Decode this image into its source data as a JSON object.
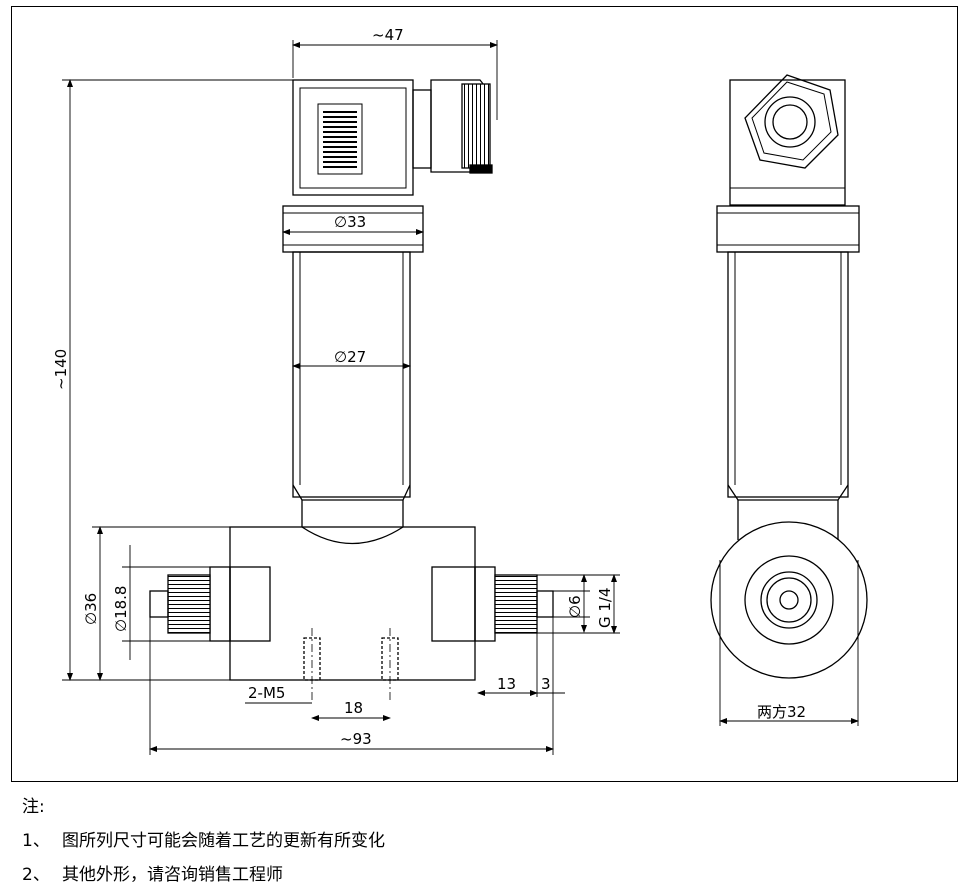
{
  "dimensions": {
    "connector_width": "~47",
    "total_height": "~140",
    "collar_diameter": "∅33",
    "body_diameter": "∅27",
    "block_height": "∅36",
    "port_diameter": "∅18.8",
    "hole_spec": "2-M5",
    "hole_spacing": "18",
    "total_length": "~93",
    "thread_length": "13",
    "nozzle_length": "3",
    "nozzle_diameter": "∅6",
    "thread_spec": "G 1/4",
    "hex_size": "两方32"
  },
  "notes": {
    "heading": "注:",
    "items": [
      {
        "num": "1、",
        "text": "图所列尺寸可能会随着工艺的更新有所变化"
      },
      {
        "num": "2、",
        "text": "其他外形，请咨询销售工程师"
      }
    ]
  }
}
